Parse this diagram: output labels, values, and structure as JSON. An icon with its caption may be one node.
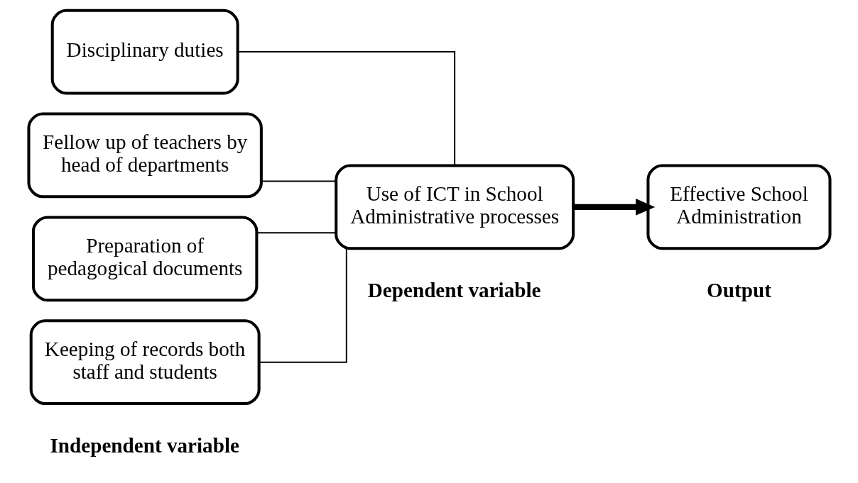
{
  "diagram": {
    "nodes": [
      {
        "text": [
          "Disciplinary duties"
        ]
      },
      {
        "text": [
          "Fellow up of teachers by head of departments"
        ]
      },
      {
        "text": [
          "Preparation of pedagogical documents"
        ]
      },
      {
        "text": [
          "Keeping of records both staff and students"
        ]
      },
      {
        "text": [
          "Use of ICT in School Administrative processes"
        ]
      },
      {
        "text": [
          "Effective School Administration"
        ]
      }
    ],
    "edges": [
      {
        "from": 0,
        "to": 4,
        "arrow": "none"
      },
      {
        "from": 1,
        "to": 4,
        "arrow": "none"
      },
      {
        "from": 2,
        "to": 4,
        "arrow": "none"
      },
      {
        "from": 3,
        "to": 4,
        "arrow": "none"
      },
      {
        "from": 4,
        "to": 5,
        "arrow": "to",
        "style": "thick"
      }
    ],
    "labels": [
      "Independent variable",
      "Dependent variable",
      "Output"
    ]
  }
}
